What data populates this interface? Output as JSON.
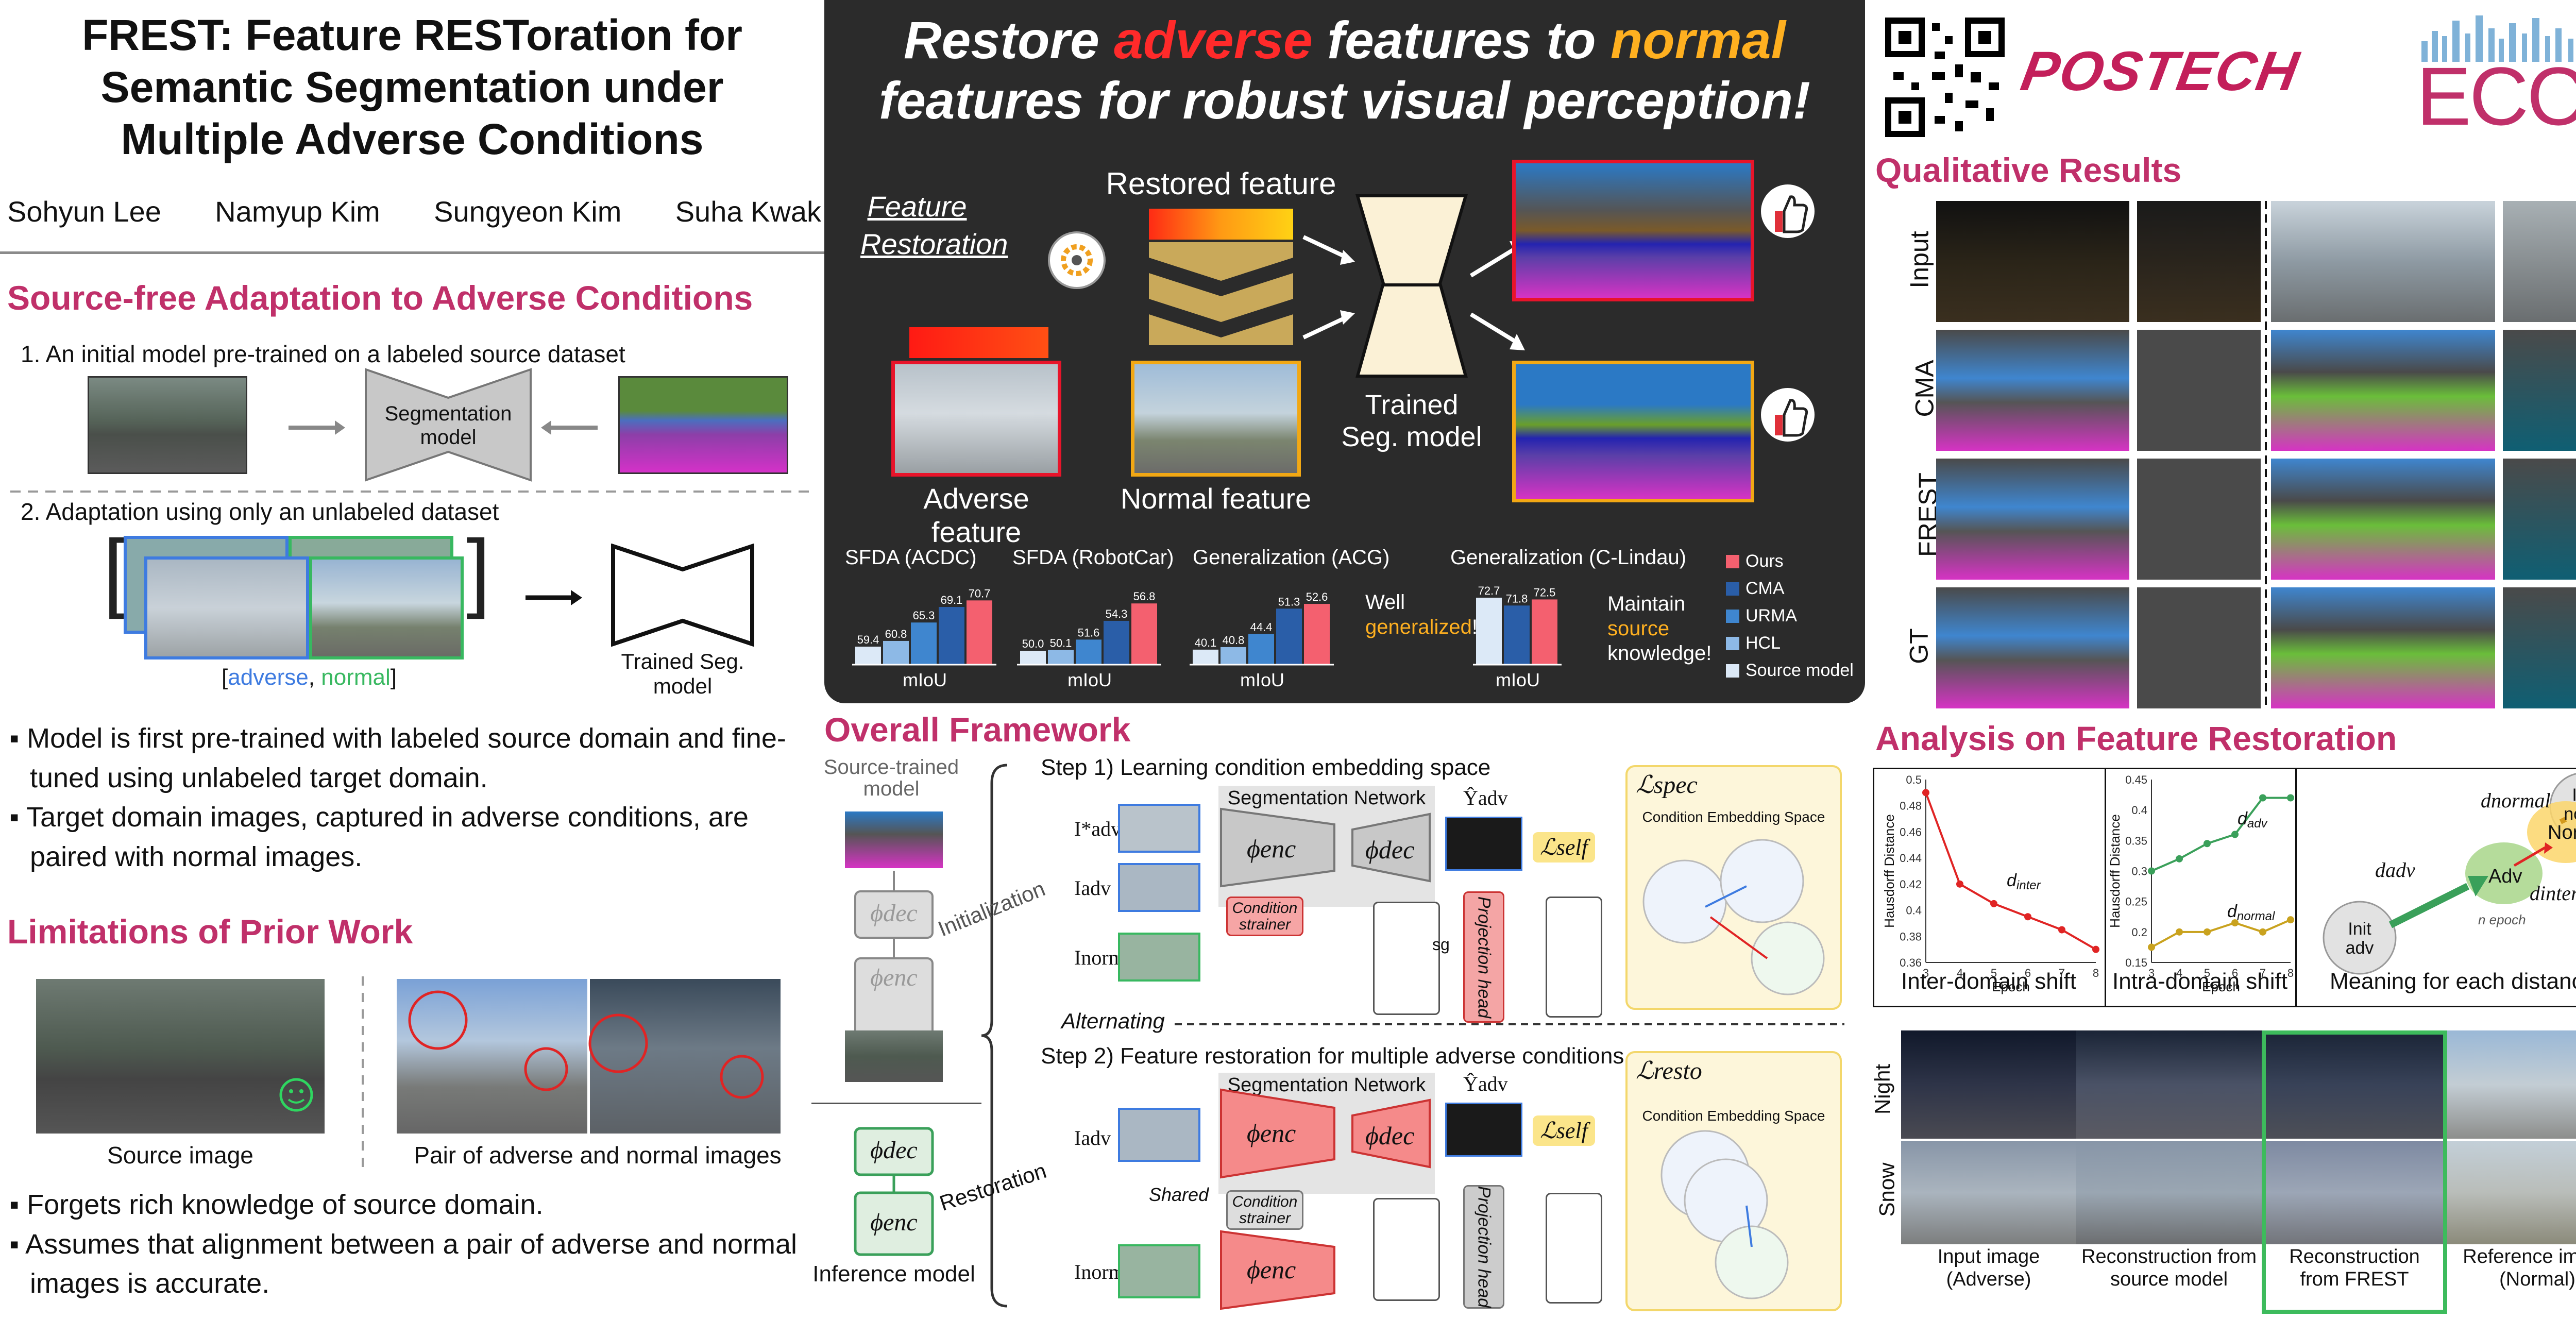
{
  "title": {
    "line1": "FREST: Feature RESToration for",
    "line2": "Semantic Segmentation under",
    "line3": "Multiple Adverse Conditions"
  },
  "authors": [
    "Sohyun Lee",
    "Namyup Kim",
    "Sungyeon Kim",
    "Suha Kwak"
  ],
  "left": {
    "sec1": {
      "title": "Source-free Adaptation to Adverse Conditions",
      "step1": "1. An initial model pre-trained on a labeled source dataset",
      "seg_model": "Segmentation model",
      "step2": "2. Adaptation using only an unlabeled dataset",
      "adverse": "adverse",
      "comma": ", ",
      "normal": "normal",
      "lb": "[",
      "rb": "]",
      "trained": "Trained Seg. model"
    },
    "bullets1": [
      "Model is first pre-trained with labeled source domain and fine-tuned using unlabeled target domain.",
      "Target domain images, captured in adverse conditions, are paired with normal images."
    ],
    "sec2": {
      "title": "Limitations of Prior Work",
      "cap1": "Source image",
      "cap2": "Pair of adverse and normal images"
    },
    "bullets2": [
      "Forgets rich knowledge of source domain.",
      "Assumes that alignment between a pair of adverse and normal images is accurate."
    ]
  },
  "banner": {
    "l1a": "Restore ",
    "l1b": "adverse",
    "l1c": " features to ",
    "l1d": "normal",
    "l2": "features for robust visual perception!",
    "feature_restoration": "Feature Restoration",
    "restored_feature": "Restored feature",
    "trained_seg": "Trained Seg. model",
    "adverse_feature": "Adverse feature",
    "normal_feature": "Normal feature",
    "charts": [
      {
        "title": "SFDA (ACDC)",
        "values": [
          59.4,
          60.8,
          65.3,
          69.1,
          70.7
        ],
        "xlabel": "mIoU"
      },
      {
        "title": "SFDA (RobotCar)",
        "values": [
          50.0,
          50.1,
          51.6,
          54.3,
          56.8
        ],
        "xlabel": "mIoU"
      },
      {
        "title": "Generalization (ACG)",
        "values": [
          40.1,
          40.8,
          44.4,
          51.3,
          52.6
        ],
        "xlabel": "mIoU",
        "note_a": "Well ",
        "note_b": "generalized",
        "note_c": "!"
      },
      {
        "title": "Generalization (C-Lindau)",
        "values": [
          72.7,
          71.8,
          72.5
        ],
        "xlabel": "mIoU",
        "note_a": "Maintain ",
        "note_b": "source",
        "note_c": "knowledge!"
      }
    ],
    "legend": [
      "Ours",
      "CMA",
      "URMA",
      "HCL",
      "Source model"
    ],
    "colors": [
      "#f4606f",
      "#2a5ea8",
      "#3f86cf",
      "#8db9e6",
      "#dce9f7"
    ]
  },
  "framework": {
    "title": "Overall Framework",
    "source_trained": "Source-trained model",
    "phi_dec": "ϕdec",
    "phi_enc": "ϕenc",
    "initialization": "Initialization",
    "restoration": "Restoration",
    "inference": "Inference model",
    "alternating": "Alternating",
    "step1": "Step 1) Learning condition embedding space",
    "step2": "Step 2) Feature restoration for multiple adverse conditions",
    "seg_network": "Segmentation Network",
    "condition_strainer": "Condition strainer",
    "projection_head": "Projection head",
    "shared": "Shared",
    "sg": "sg",
    "l_spec": "ℒspec",
    "l_resto": "ℒresto",
    "l_self": "ℒself",
    "ces": "Condition Embedding Space",
    "i_adv_star": "I*adv",
    "i_adv": "Iadv",
    "i_norm": "Inorm",
    "y_adv": "Ŷadv"
  },
  "qual": {
    "title": "Qualitative Results",
    "rows": [
      "Input",
      "CMA",
      "FREST",
      "GT"
    ]
  },
  "analysis": {
    "title": "Analysis on Feature Restoration",
    "c1": {
      "cap": "Inter-domain shift",
      "ylabel": "Hausdorff Distance",
      "xlabel": "Epoch",
      "label": "dinter"
    },
    "c2": {
      "cap": "Intra-domain shift",
      "ylabel": "Hausdorff Distance",
      "xlabel": "Epoch",
      "label_adv": "dadv",
      "label_norm": "dnormal"
    },
    "c3": {
      "cap": "Meaning for each distance",
      "init_norm": "Init norm",
      "init_adv": "Init adv",
      "norm": "Norm",
      "adv": "Adv",
      "dnormal": "dnormal",
      "dadv": "dadv",
      "dinter": "dinter",
      "n_epoch": "n epoch"
    }
  },
  "recon": {
    "rows": [
      "Night",
      "Snow"
    ],
    "caps": [
      "Input image (Adverse)",
      "Reconstruction from source model",
      "Reconstruction from FREST",
      "Reference image (Normal)"
    ]
  },
  "logos": {
    "postech": "POSTECH",
    "eccv": "ECCV"
  },
  "chart_data": [
    {
      "type": "bar",
      "title": "SFDA (ACDC)",
      "xlabel": "mIoU",
      "categories": [
        "Source model",
        "HCL",
        "URMA",
        "CMA",
        "Ours"
      ],
      "values": [
        59.4,
        60.8,
        65.3,
        69.1,
        70.7
      ]
    },
    {
      "type": "bar",
      "title": "SFDA (RobotCar)",
      "xlabel": "mIoU",
      "categories": [
        "Source model",
        "HCL",
        "URMA",
        "CMA",
        "Ours"
      ],
      "values": [
        50.0,
        50.1,
        51.6,
        54.3,
        56.8
      ]
    },
    {
      "type": "bar",
      "title": "Generalization (ACG)",
      "xlabel": "mIoU",
      "categories": [
        "Source model",
        "HCL",
        "URMA",
        "CMA",
        "Ours"
      ],
      "values": [
        40.1,
        40.8,
        44.4,
        51.3,
        52.6
      ]
    },
    {
      "type": "bar",
      "title": "Generalization (C-Lindau)",
      "xlabel": "mIoU",
      "categories": [
        "Source model",
        "CMA",
        "Ours"
      ],
      "values": [
        72.7,
        71.8,
        72.5
      ]
    },
    {
      "type": "line",
      "title": "",
      "xlabel": "Epoch",
      "ylabel": "Hausdorff Distance",
      "x": [
        3,
        4,
        5,
        6,
        7,
        8
      ],
      "series": [
        {
          "name": "dinter",
          "values": [
            0.49,
            0.42,
            0.405,
            0.395,
            0.385,
            0.37
          ]
        }
      ],
      "ylim": [
        0.36,
        0.5
      ],
      "yticks": [
        0.36,
        0.38,
        0.4,
        0.42,
        0.44,
        0.46,
        0.48,
        0.5
      ]
    },
    {
      "type": "line",
      "title": "",
      "xlabel": "Epoch",
      "ylabel": "Hausdorff Distance",
      "x": [
        3,
        4,
        5,
        6,
        7,
        8
      ],
      "series": [
        {
          "name": "dadv",
          "values": [
            0.3,
            0.32,
            0.345,
            0.36,
            0.42,
            0.42
          ]
        },
        {
          "name": "dnormal",
          "values": [
            0.175,
            0.2,
            0.2,
            0.215,
            0.2,
            0.22
          ]
        }
      ],
      "ylim": [
        0.15,
        0.45
      ],
      "yticks": [
        0.15,
        0.2,
        0.25,
        0.3,
        0.35,
        0.4,
        0.45
      ]
    }
  ]
}
